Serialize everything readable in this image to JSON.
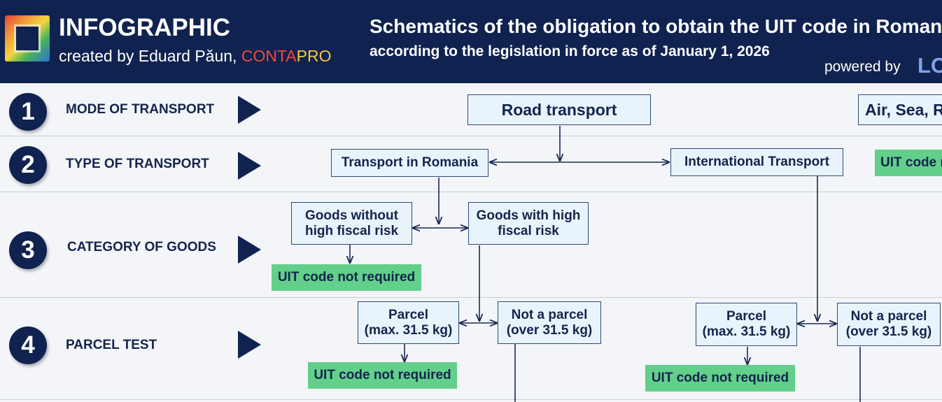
{
  "header": {
    "title": "INFOGRAPHIC",
    "credit_prefix": "created by Eduard Păun, ",
    "credit_brand_a": "CONTA",
    "credit_brand_b": "PRO",
    "main_title": "Schematics of the obligation to obtain the UIT code in Romania",
    "subtitle": "according to the legislation in force as of January 1, 2026",
    "powered_by": "powered by",
    "powered_brand": "LO"
  },
  "steps": [
    {
      "number": "1",
      "label": "MODE OF TRANSPORT"
    },
    {
      "number": "2",
      "label": "TYPE OF TRANSPORT"
    },
    {
      "number": "3",
      "label": "CATEGORY OF GOODS"
    },
    {
      "number": "4",
      "label": "PARCEL TEST"
    }
  ],
  "nodes": {
    "road": "Road transport",
    "air_sea_rail": "Air, Sea, Ra",
    "uit_not_required_right": "UIT code n",
    "domestic": "Transport in Romania",
    "international": "International Transport",
    "goods_low_1": "Goods without",
    "goods_low_2": "high fiscal risk",
    "goods_high_1": "Goods with high",
    "goods_high_2": "fiscal risk",
    "uit_not_required": "UIT code not required",
    "parcel_1": "Parcel",
    "parcel_2": "(max. 31.5 kg)",
    "not_parcel_1": "Not a parcel",
    "not_parcel_2": "(over 31.5 kg)"
  },
  "colors": {
    "navy": "#10224f",
    "box_fill": "#e9f3fb",
    "green": "#62cf8a",
    "accent_red": "#ef4b3a",
    "accent_yellow": "#f5c842"
  }
}
